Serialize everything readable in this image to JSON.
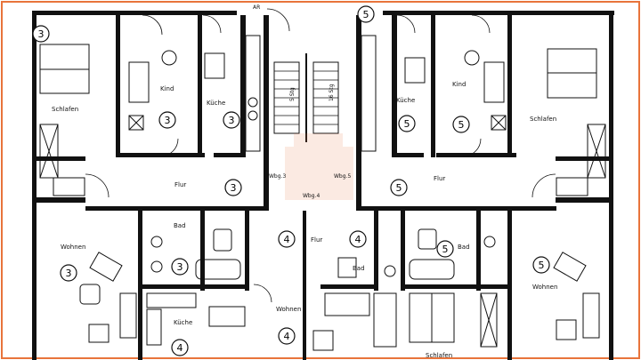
{
  "plan": {
    "accent_color": "#e8743b",
    "room_labels": {
      "schlafen_left": "Schlafen",
      "kind_left": "Kind",
      "kueche_left": "Küche",
      "flur_left": "Flur",
      "wohnen_left": "Wohnen",
      "bad_left": "Bad",
      "kueche_bottom": "Küche",
      "wohnen_center": "Wohnen",
      "flur_center": "Flur",
      "bad_center": "Bad",
      "kueche_right": "Küche",
      "kind_right": "Kind",
      "schlafen_right": "Schlafen",
      "flur_right": "Flur",
      "bad_right": "Bad",
      "wohnen_right": "Wohnen",
      "schlafen_bottom_right": "Schlafen",
      "ar_label": "AR"
    },
    "unit_labels": {
      "wbg3": "Wbg.3",
      "wbg4": "Wbg.4",
      "wbg5": "Wbg.5"
    },
    "unit_numbers": {
      "n3": "3",
      "n4": "4",
      "n5": "5"
    },
    "stair_label_left": "5 Stg",
    "stair_label_right": "16 Stg"
  }
}
